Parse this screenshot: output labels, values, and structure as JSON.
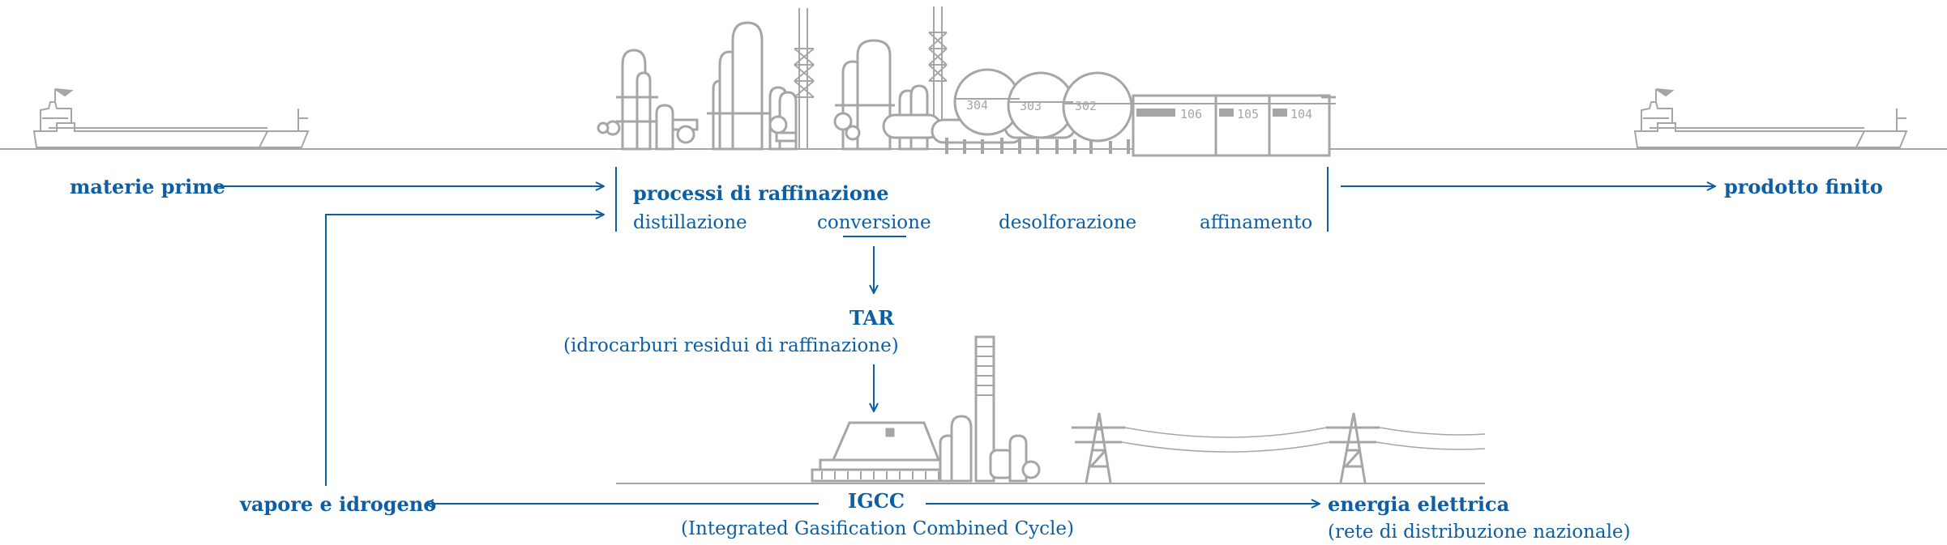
{
  "colors": {
    "accent": "#0d5fa3",
    "illustration": "#a6a6a6"
  },
  "inputs": {
    "raw_materials": "materie prime",
    "steam_hydrogen": "vapore e idrogeno"
  },
  "refining": {
    "title": "processi di raffinazione",
    "steps": [
      "distillazione",
      "conversione",
      "desolforazione",
      "affinamento"
    ]
  },
  "output": {
    "finished_product": "prodotto finito"
  },
  "tar": {
    "title": "TAR",
    "subtitle": "(idrocarburi residui di raffinazione)"
  },
  "igcc": {
    "title": "IGCC",
    "subtitle": "(Integrated Gasification Combined Cycle)"
  },
  "electricity": {
    "title": "energia elettrica",
    "subtitle": "(rete di distribuzione nazionale)"
  },
  "tank_labels": [
    "304",
    "303",
    "302"
  ],
  "building_labels": [
    "106",
    "105",
    "104"
  ]
}
